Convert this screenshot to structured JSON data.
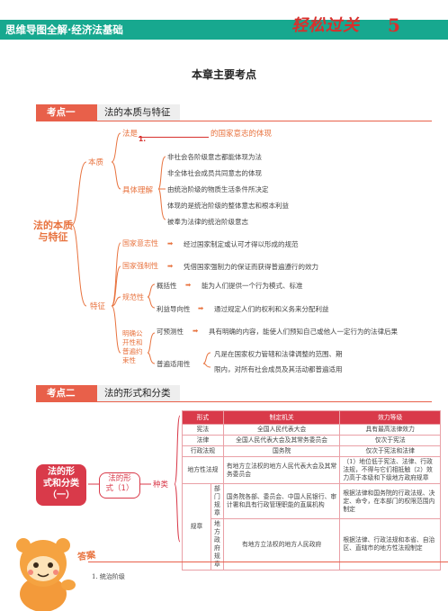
{
  "header": {
    "title": "思维导图全解·经济法基础",
    "brand": "轻松过关",
    "brand_number": "5"
  },
  "chapter_title": "本章主要考点",
  "kd1": {
    "badge": "考点一",
    "title": "法的本质与特征",
    "root": "法的本质与特征",
    "essence": {
      "label": "本质",
      "line1_prefix": "法是",
      "line1_blank": "1.",
      "line1_suffix": "的国家意志的体现",
      "specific_label": "具体理解",
      "items": [
        "非社会各阶级意志都能体现为法",
        "非全体社会成员共同意志的体现",
        "由统治阶级的物质生活条件所决定",
        "体现的是统治阶级的整体意志和根本利益",
        "被奉为法律的统治阶级意志"
      ]
    },
    "features": {
      "label": "特征",
      "state_will": "国家意志性",
      "state_will_desc": "经过国家制定或认可才得以形成的规范",
      "state_force": "国家强制性",
      "state_force_desc": "凭借国家强制力的保证而获得普遍遵行的效力",
      "normative": "规范性",
      "general": "概括性",
      "general_desc": "能为人们提供一个行为模式、标准",
      "utility": "利益导向性",
      "utility_desc": "通过规定人们的权利和义务来分配利益",
      "clear_public_line1": "明确公",
      "clear_public_line2": "开性和",
      "clear_public_line3": "普遍约",
      "clear_public_line4": "束性",
      "predictable": "可预测性",
      "predictable_desc": "具有明确的内容，能使人们预知自己或他人一定行为的法律后果",
      "universal": "普遍适用性",
      "universal_desc1": "凡是在国家权力管辖和法律调整的范围、期",
      "universal_desc2": "限内，对所有社会成员及其活动都普遍适用"
    }
  },
  "kd2": {
    "badge": "考点二",
    "title": "法的形式和分类",
    "root_line1": "法的形",
    "root_line2": "式和分类",
    "root_line3": "（一）",
    "sub_line1": "法的形",
    "sub_line2": "式（1）",
    "kinds": "种类",
    "table": {
      "headers": [
        "形式",
        "制定机关",
        "效力等级"
      ],
      "rows": [
        {
          "form": "宪法",
          "organ": "全国人民代表大会",
          "level": "具有最高法律效力"
        },
        {
          "form": "法律",
          "organ": "全国人民代表大会及其常务委员会",
          "level": "仅次于宪法"
        },
        {
          "form": "行政法规",
          "organ": "国务院",
          "level": "仅次于宪法和法律"
        },
        {
          "form": "地方性法规",
          "organ": "有地方立法权的地方人民代表大会及其常务委员会",
          "level": "（1）地位低于宪法、法律、行政法规，不得与它们相抵触（2）效力高于本级和下级地方政府规章"
        }
      ],
      "rules_group": "规章",
      "rules_rows": [
        {
          "form": "部门规章",
          "organ": "国务院各部、委员会、中国人民银行、审计署和具有行政管理职能的直属机构",
          "level": "根据法律和国务院的行政法规、决定、命令，在本部门的权限范围内制定"
        },
        {
          "form": "地方政府规章",
          "organ": "有地方立法权的地方人民政府",
          "level": "根据法律、行政法规和本省、自治区、直辖市的地方性法规制定"
        }
      ]
    }
  },
  "answer": {
    "label": "答案",
    "text": "1. 统治阶级"
  }
}
